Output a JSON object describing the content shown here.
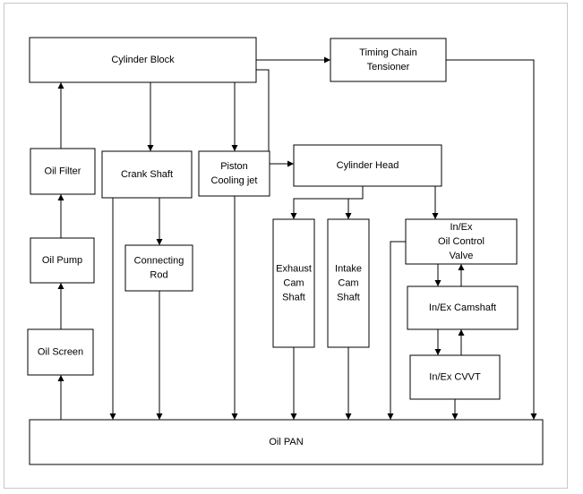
{
  "diagram": {
    "nodes": {
      "cylinder_block": [
        "Cylinder Block"
      ],
      "timing_chain_tensioner": [
        "Timing Chain",
        "Tensioner"
      ],
      "oil_filter": [
        "Oil Filter"
      ],
      "crank_shaft": [
        "Crank Shaft"
      ],
      "piston_cooling_jet": [
        "Piston",
        "Cooling jet"
      ],
      "cylinder_head": [
        "Cylinder Head"
      ],
      "oil_pump": [
        "Oil Pump"
      ],
      "connecting_rod": [
        "Connecting",
        "Rod"
      ],
      "exhaust_cam_shaft": [
        "Exhaust",
        "Cam",
        "Shaft"
      ],
      "intake_cam_shaft": [
        "Intake",
        "Cam",
        "Shaft"
      ],
      "oil_control_valve": [
        "In/Ex",
        "Oil Control",
        "Valve"
      ],
      "camshaft": [
        "In/Ex Camshaft"
      ],
      "oil_screen": [
        "Oil Screen"
      ],
      "cvvt": [
        "In/Ex CVVT"
      ],
      "oil_pan": [
        "Oil PAN"
      ]
    },
    "flows": [
      [
        "oil_pan",
        "oil_screen"
      ],
      [
        "oil_screen",
        "oil_pump"
      ],
      [
        "oil_pump",
        "oil_filter"
      ],
      [
        "oil_filter",
        "cylinder_block"
      ],
      [
        "cylinder_block",
        "timing_chain_tensioner"
      ],
      [
        "cylinder_block",
        "crank_shaft"
      ],
      [
        "cylinder_block",
        "piston_cooling_jet"
      ],
      [
        "cylinder_block",
        "cylinder_head"
      ],
      [
        "crank_shaft",
        "connecting_rod"
      ],
      [
        "crank_shaft",
        "oil_pan"
      ],
      [
        "connecting_rod",
        "oil_pan"
      ],
      [
        "piston_cooling_jet",
        "oil_pan"
      ],
      [
        "cylinder_head",
        "exhaust_cam_shaft"
      ],
      [
        "cylinder_head",
        "intake_cam_shaft"
      ],
      [
        "cylinder_head",
        "oil_control_valve"
      ],
      [
        "exhaust_cam_shaft",
        "oil_pan"
      ],
      [
        "intake_cam_shaft",
        "oil_pan"
      ],
      [
        "oil_control_valve",
        "camshaft"
      ],
      [
        "camshaft",
        "oil_control_valve"
      ],
      [
        "camshaft",
        "cvvt"
      ],
      [
        "cvvt",
        "camshaft"
      ],
      [
        "cvvt",
        "oil_pan"
      ],
      [
        "oil_control_valve",
        "oil_pan"
      ],
      [
        "timing_chain_tensioner",
        "oil_pan"
      ]
    ]
  }
}
